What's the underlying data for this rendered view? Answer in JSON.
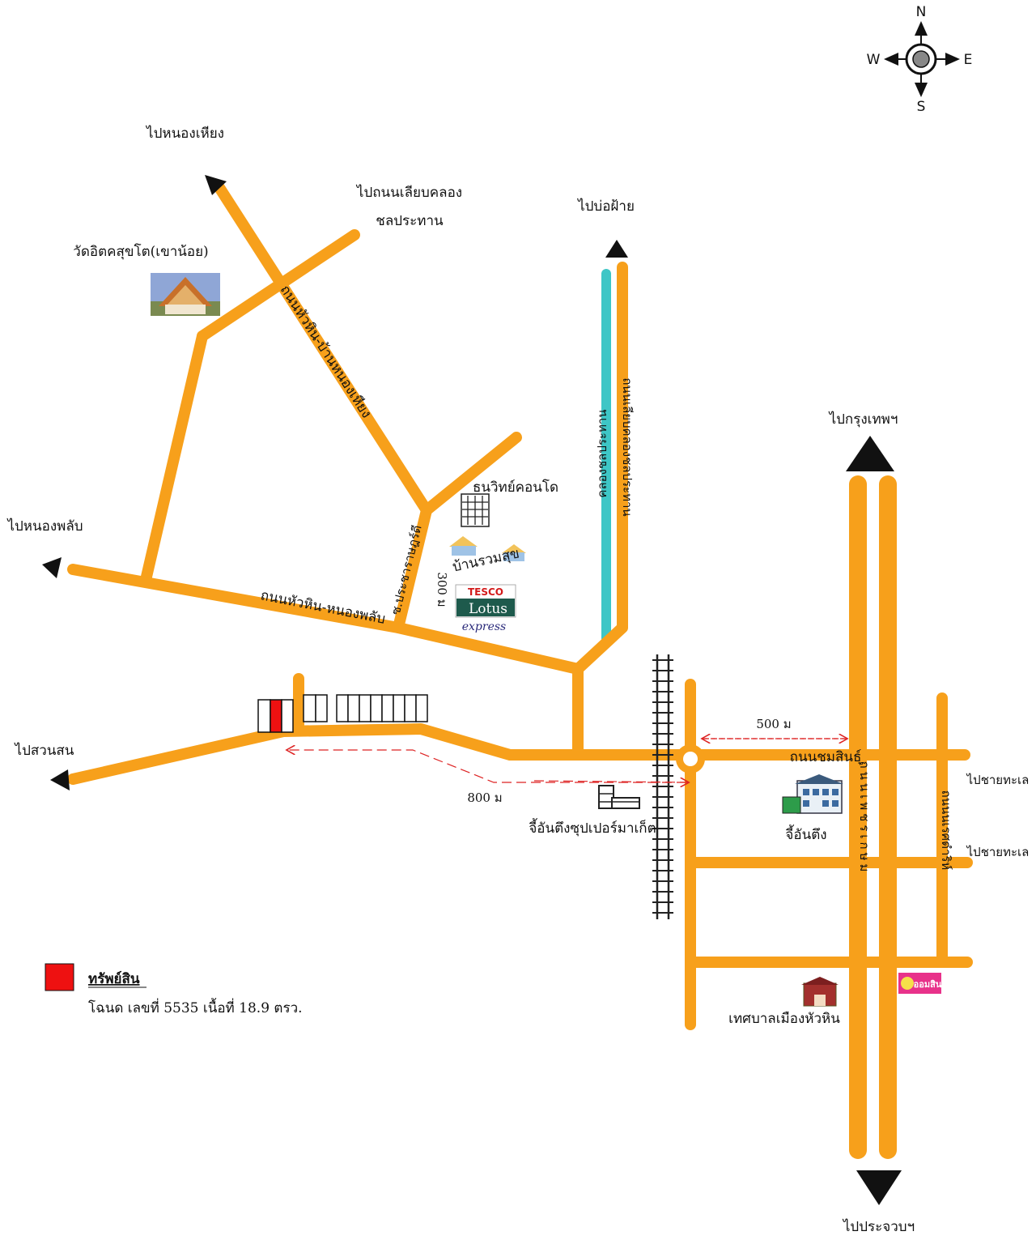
{
  "compass": {
    "n": "N",
    "s": "S",
    "e": "E",
    "w": "W"
  },
  "destinations": {
    "nong_hiang": "ไปหนองเหียง",
    "canal_road_1": "ไปถนนเลียบคลอง",
    "canal_road_2": "ชลประทาน",
    "bo_fai": "ไปบ่อฝ้าย",
    "bangkok": "ไปกรุงเทพฯ",
    "nong_phlap": "ไปหนองพลับ",
    "suan_son": "ไปสวนสน",
    "beach_1": "ไปชายทะเล",
    "beach_2": "ไปชายทะเล",
    "prachuap": "ไปประจวบฯ"
  },
  "landmarks": {
    "temple": "วัดอิตคสุขโต(เขาน้อย)",
    "condo": "ธนวิทย์คอนโด",
    "village": "บ้านรวมสุข",
    "tesco_1": "TESCO",
    "tesco_2": "Lotus",
    "tesco_3": "express",
    "supermarket": "จี้อันตึงซุปเปอร์มาเก็ต",
    "store": "จี้อันตึง",
    "municipality": "เทศบาลเมืองหัวหิน",
    "aomsin": "ออมสิน"
  },
  "roads": {
    "huahin_nonghiang": "ถนนหัวหิน-บ้านหนองเหียง",
    "huahin_nongphlap": "ถนนหัวหิน-หนองพลับ",
    "soi_prachasat": "ซ.ประชาราษฎร์ดี",
    "irrigation_canal": "คลองชลประทาน",
    "canal_road": "ถนนเลียบคลองชลประทาน",
    "chomsin": "ถนนชมสินธุ์",
    "phetkasem": "ถนนเพชรเกษม",
    "naresdamri": "ถนนนเรศดำริห์"
  },
  "distances": {
    "d300": "300 ม",
    "d500": "500 ม",
    "d800": "800 ม"
  },
  "legend": {
    "title": "ทรัพย์สิน",
    "detail": "โฉนด เลขที่ 5535  เนื้อที่ 18.9 ตรว.",
    "color": "#EE1111"
  },
  "colors": {
    "road": "#F7A01B",
    "canal": "#3EC6C6",
    "rail": "#222222"
  }
}
